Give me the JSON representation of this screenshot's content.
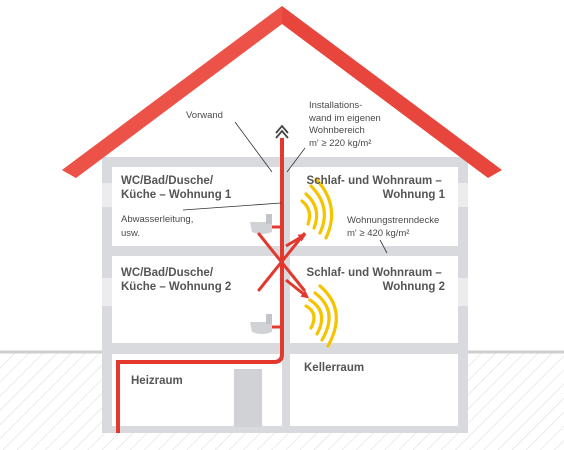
{
  "labels": {
    "vorwand": "Vorwand",
    "installationswand": [
      "Installations-",
      "wand im eigenen",
      "Wohnbereich",
      "m' ≥ 220 kg/m²"
    ],
    "wc_1": [
      "WC/Bad/Dusche/",
      "Küche – Wohnung 1"
    ],
    "schlaf_1": [
      "Schlaf- und Wohnraum –",
      "Wohnung 1"
    ],
    "abwasser": [
      "Abwasserleitung,",
      "usw."
    ],
    "trenndecke": [
      "Wohnungstrenndecke",
      "m' ≥ 420 kg/m²"
    ],
    "wc_2": [
      "WC/Bad/Dusche/",
      "Küche – Wohnung 2"
    ],
    "schlaf_2": [
      "Schlaf- und Wohnraum –",
      "Wohnung 2"
    ],
    "heizraum": "Heizraum",
    "kellerraum": "Kellerraum"
  },
  "colors": {
    "roof": "#e8463c",
    "roof_edge": "#c9352c",
    "pipe": "#e3382e",
    "arrow": "#e3382e",
    "sound": "#f5c400",
    "wall": "#d8dade",
    "ground_hatch": "#d5d5d5"
  },
  "icons": [
    "roof-vent-icon",
    "sound-wave-icon",
    "sound-arrow-icon",
    "cross-icon"
  ]
}
